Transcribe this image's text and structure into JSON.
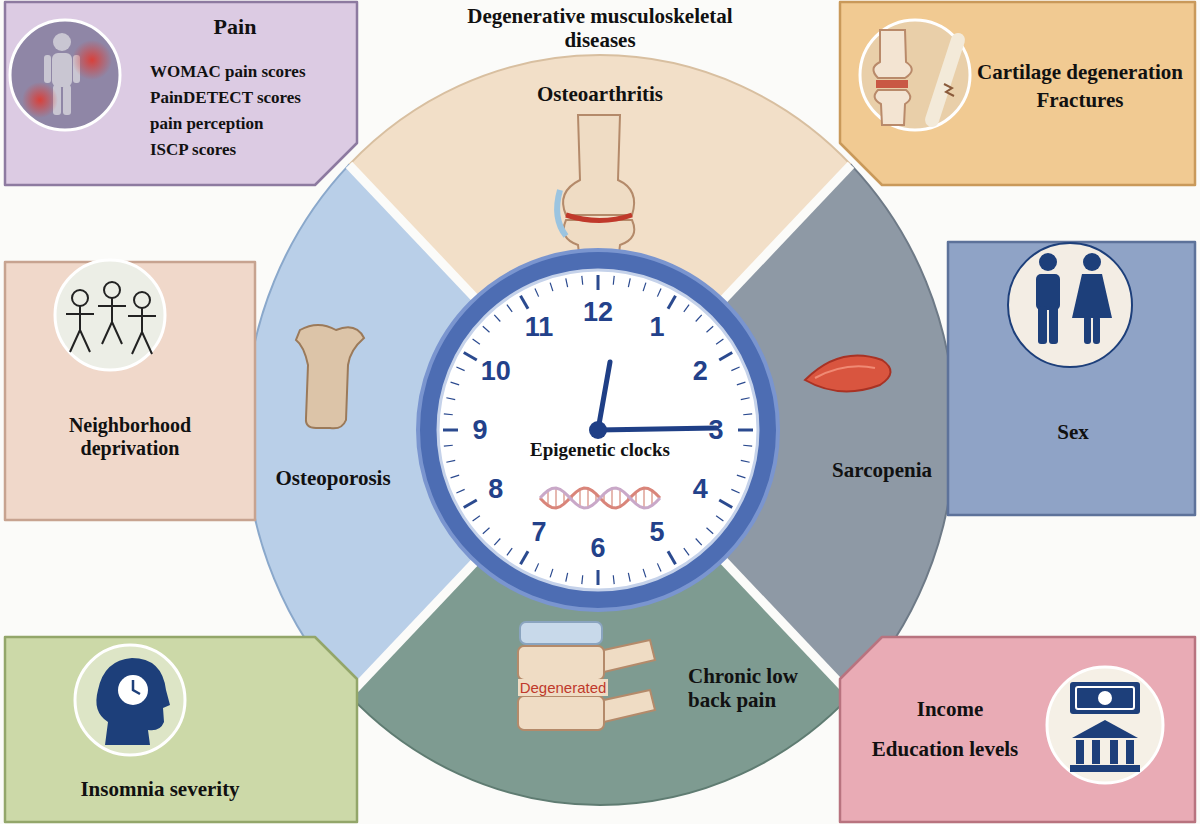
{
  "diagram": {
    "title": "Degenerative musculoskeletal diseases",
    "nodes": [
      {
        "text": [
          "Pain",
          "WOMAC pain scores",
          "PainDETECT scores",
          "pain perception",
          "ISCP scores"
        ]
      },
      {
        "text": [
          "Cartilage degeneration",
          "Fractures"
        ]
      },
      {
        "text": [
          "Neighborhood deprivation"
        ]
      },
      {
        "text": [
          "Sex"
        ]
      },
      {
        "text": [
          "Insomnia severity"
        ]
      },
      {
        "text": [
          "Income",
          "Education levels"
        ]
      },
      {
        "text": [
          "Osteoarthritis"
        ]
      },
      {
        "text": [
          "Sarcopenia"
        ]
      },
      {
        "text": [
          "Chronic low back pain"
        ]
      },
      {
        "text": [
          "Osteoporosis"
        ]
      },
      {
        "text": [
          "Epigenetic clocks"
        ]
      }
    ],
    "labels": [
      "12",
      "1",
      "2",
      "3",
      "4",
      "5",
      "6",
      "7",
      "8",
      "9",
      "10",
      "11",
      "Degenerated"
    ]
  }
}
